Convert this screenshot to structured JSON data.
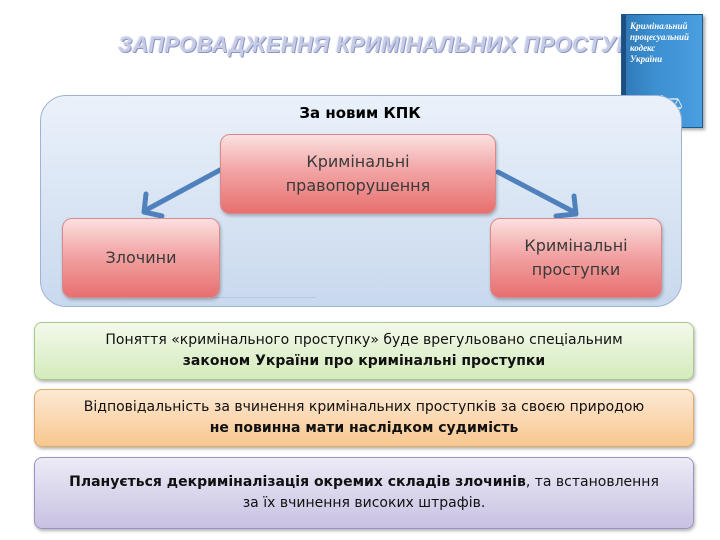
{
  "title": "ЗАПРОВАДЖЕННЯ КРИМІНАЛЬНИХ ПРОСТУПКІВ",
  "book": {
    "cover_lines": [
      "Кримінальний",
      "процесуальний",
      "кодекс",
      "України"
    ]
  },
  "panel": {
    "heading": "За новим КПК",
    "top_box": "Кримінальні правопорушення",
    "left_box": "Злочини",
    "right_box": "Кримінальні проступки"
  },
  "notes": {
    "note1_line1": "Поняття «кримінального проступку» буде врегульовано спеціальним",
    "note1_line2": "законом України про кримінальні проступки",
    "note2_line1": "Відповідальність за вчинення кримінальних проступків за своєю природою",
    "note2_line2": "не повинна мати наслідком судимість",
    "note3_line1_bold": "Планується декриміналізація окремих складів злочинів",
    "note3_line1_rest": ", та встановлення",
    "note3_line2": "за їх вчинення високих штрафів."
  },
  "colors": {
    "box_red": "#e86f6f",
    "arrow_blue": "#4f81bd",
    "note_green": "#d4ebbc",
    "note_orange": "#f8c78f",
    "note_purple": "#c8c1e2"
  }
}
